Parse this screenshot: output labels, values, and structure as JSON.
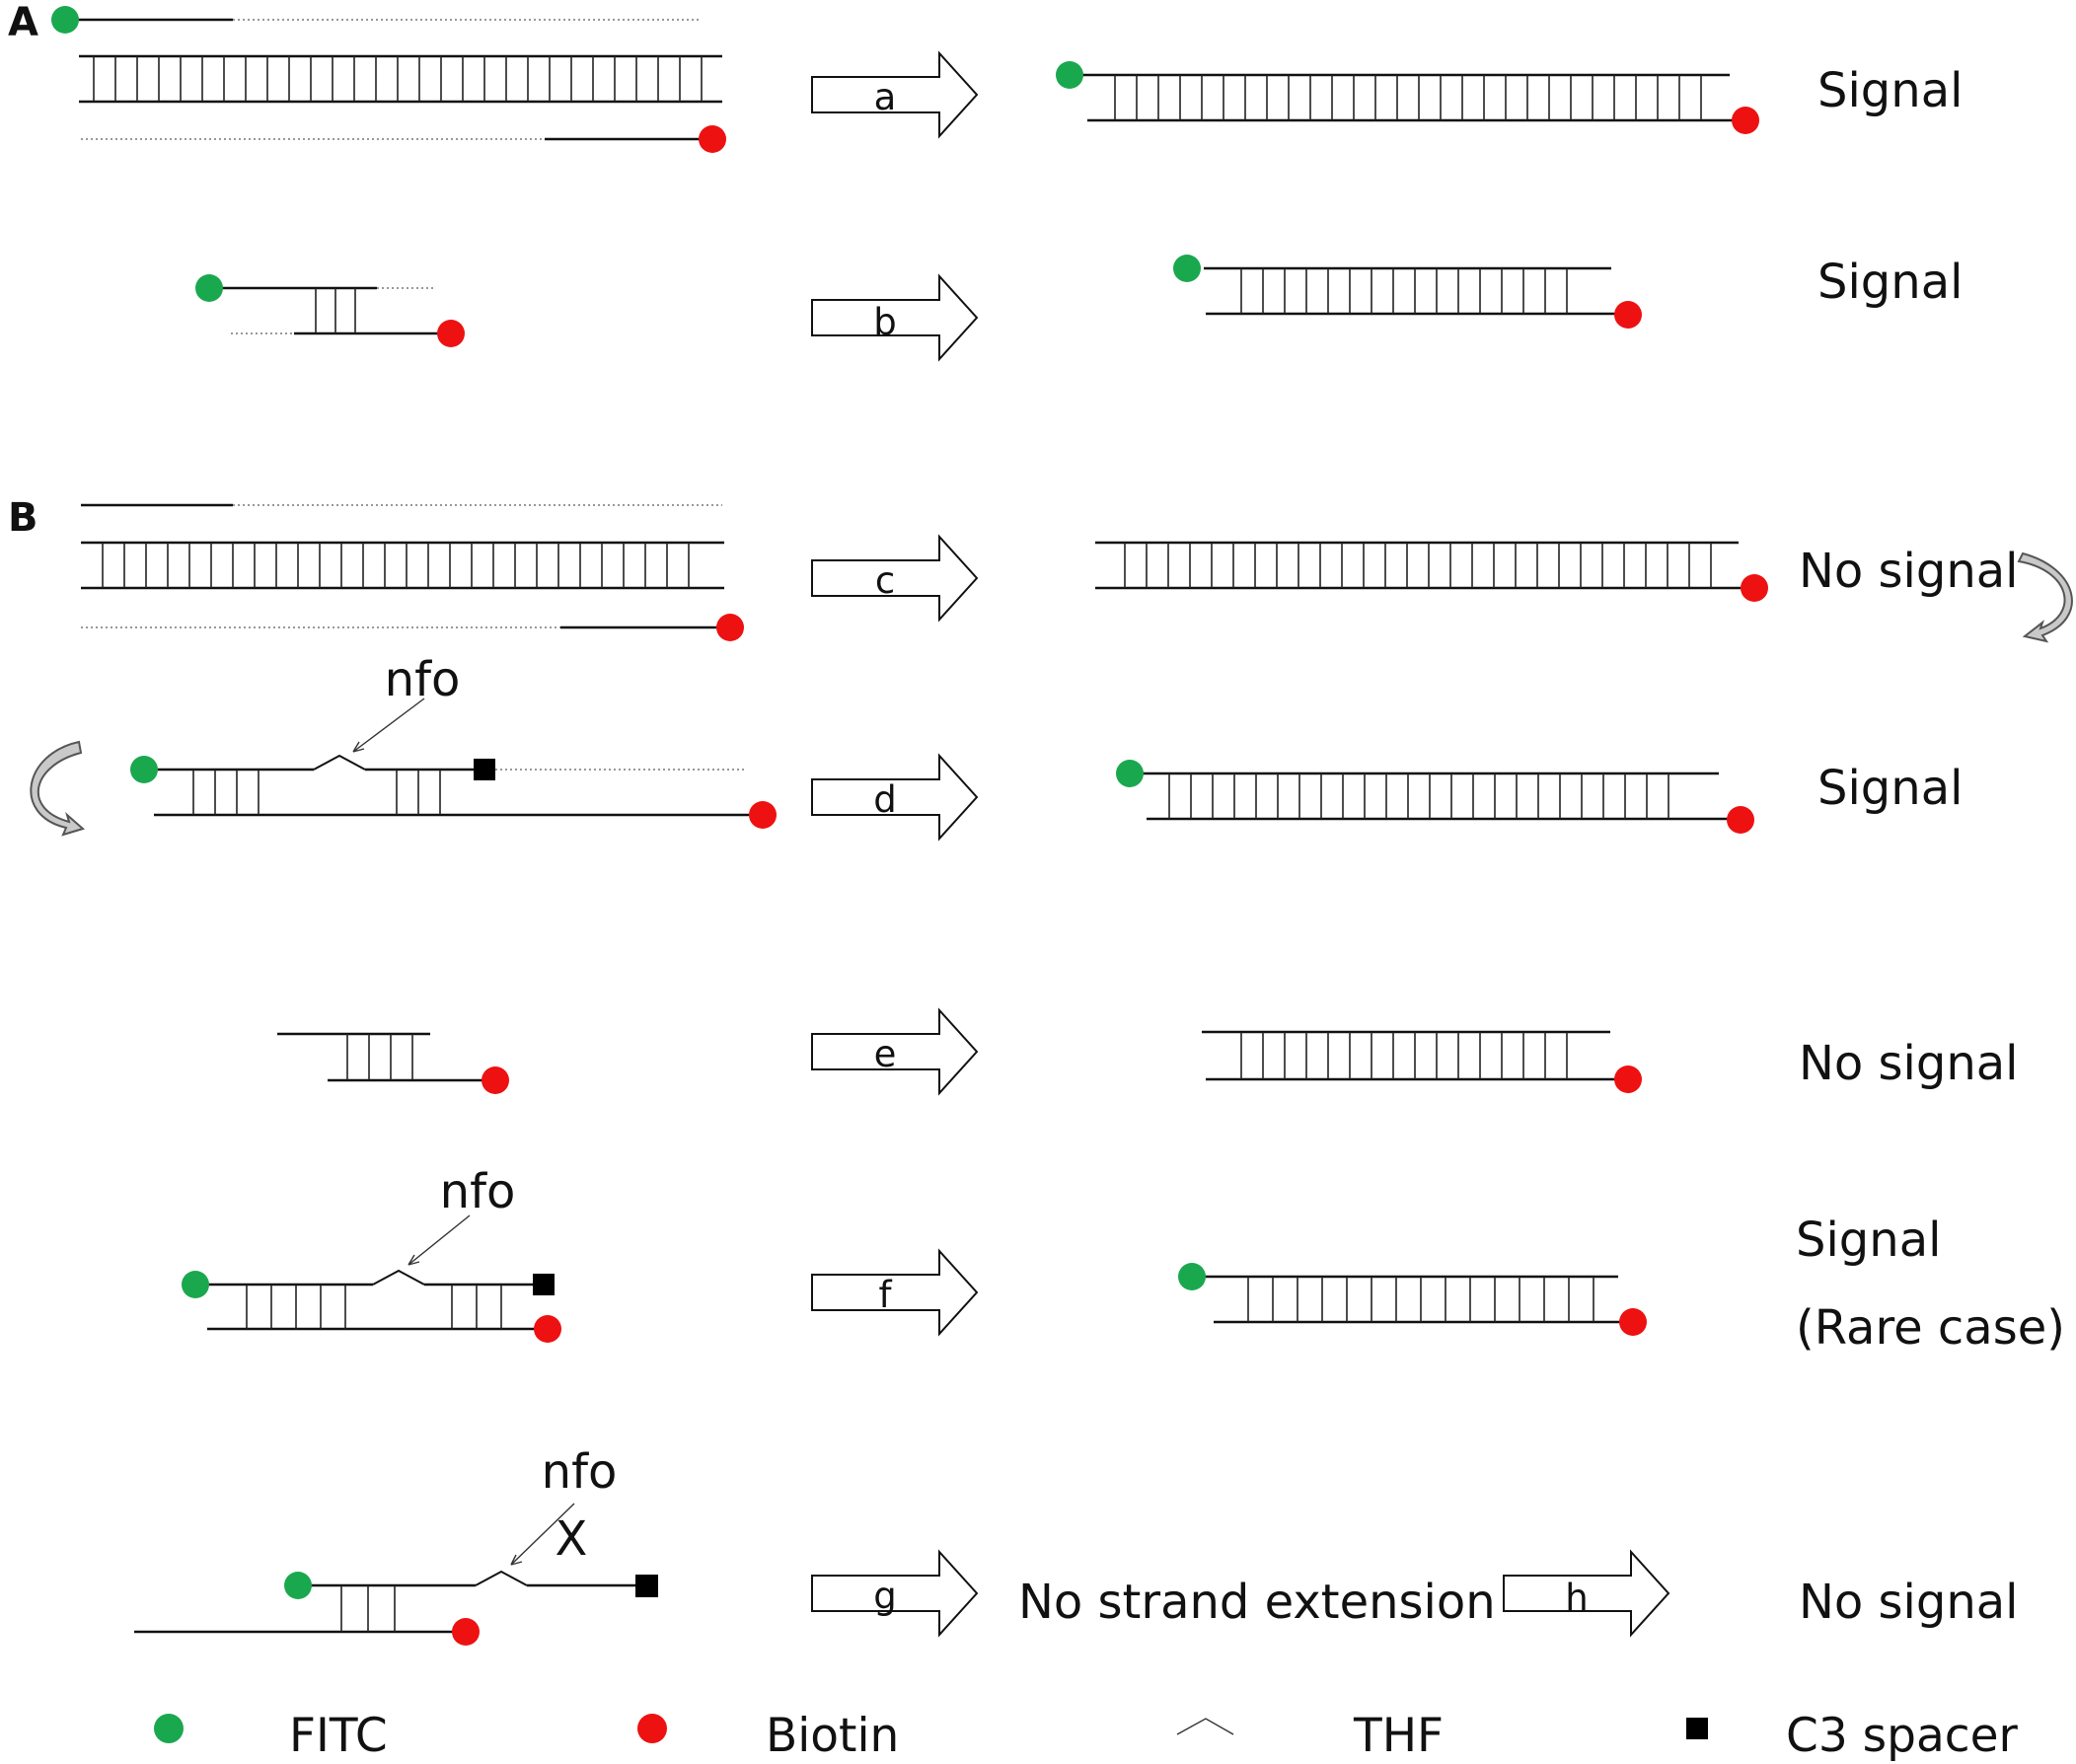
{
  "panels": {
    "a_label": "A",
    "b_label": "B"
  },
  "steps": {
    "a": "a",
    "b": "b",
    "c": "c",
    "d": "d",
    "e": "e",
    "f": "f",
    "g": "g",
    "h": "h"
  },
  "nfo_label": "nfo",
  "block_mark": "X",
  "outcomes": {
    "a": "Signal",
    "b": "Signal",
    "c": "No signal",
    "d": "Signal",
    "e": "No signal",
    "f": "Signal",
    "f_note": "(Rare case)",
    "g": "No strand extension",
    "h": "No signal"
  },
  "legend": {
    "fitc": "FITC",
    "biotin": "Biotin",
    "thf": "THF",
    "c3": "C3 spacer"
  },
  "colors": {
    "fitc": "#1aa84f",
    "biotin": "#ee1111",
    "c3": "#000000"
  }
}
